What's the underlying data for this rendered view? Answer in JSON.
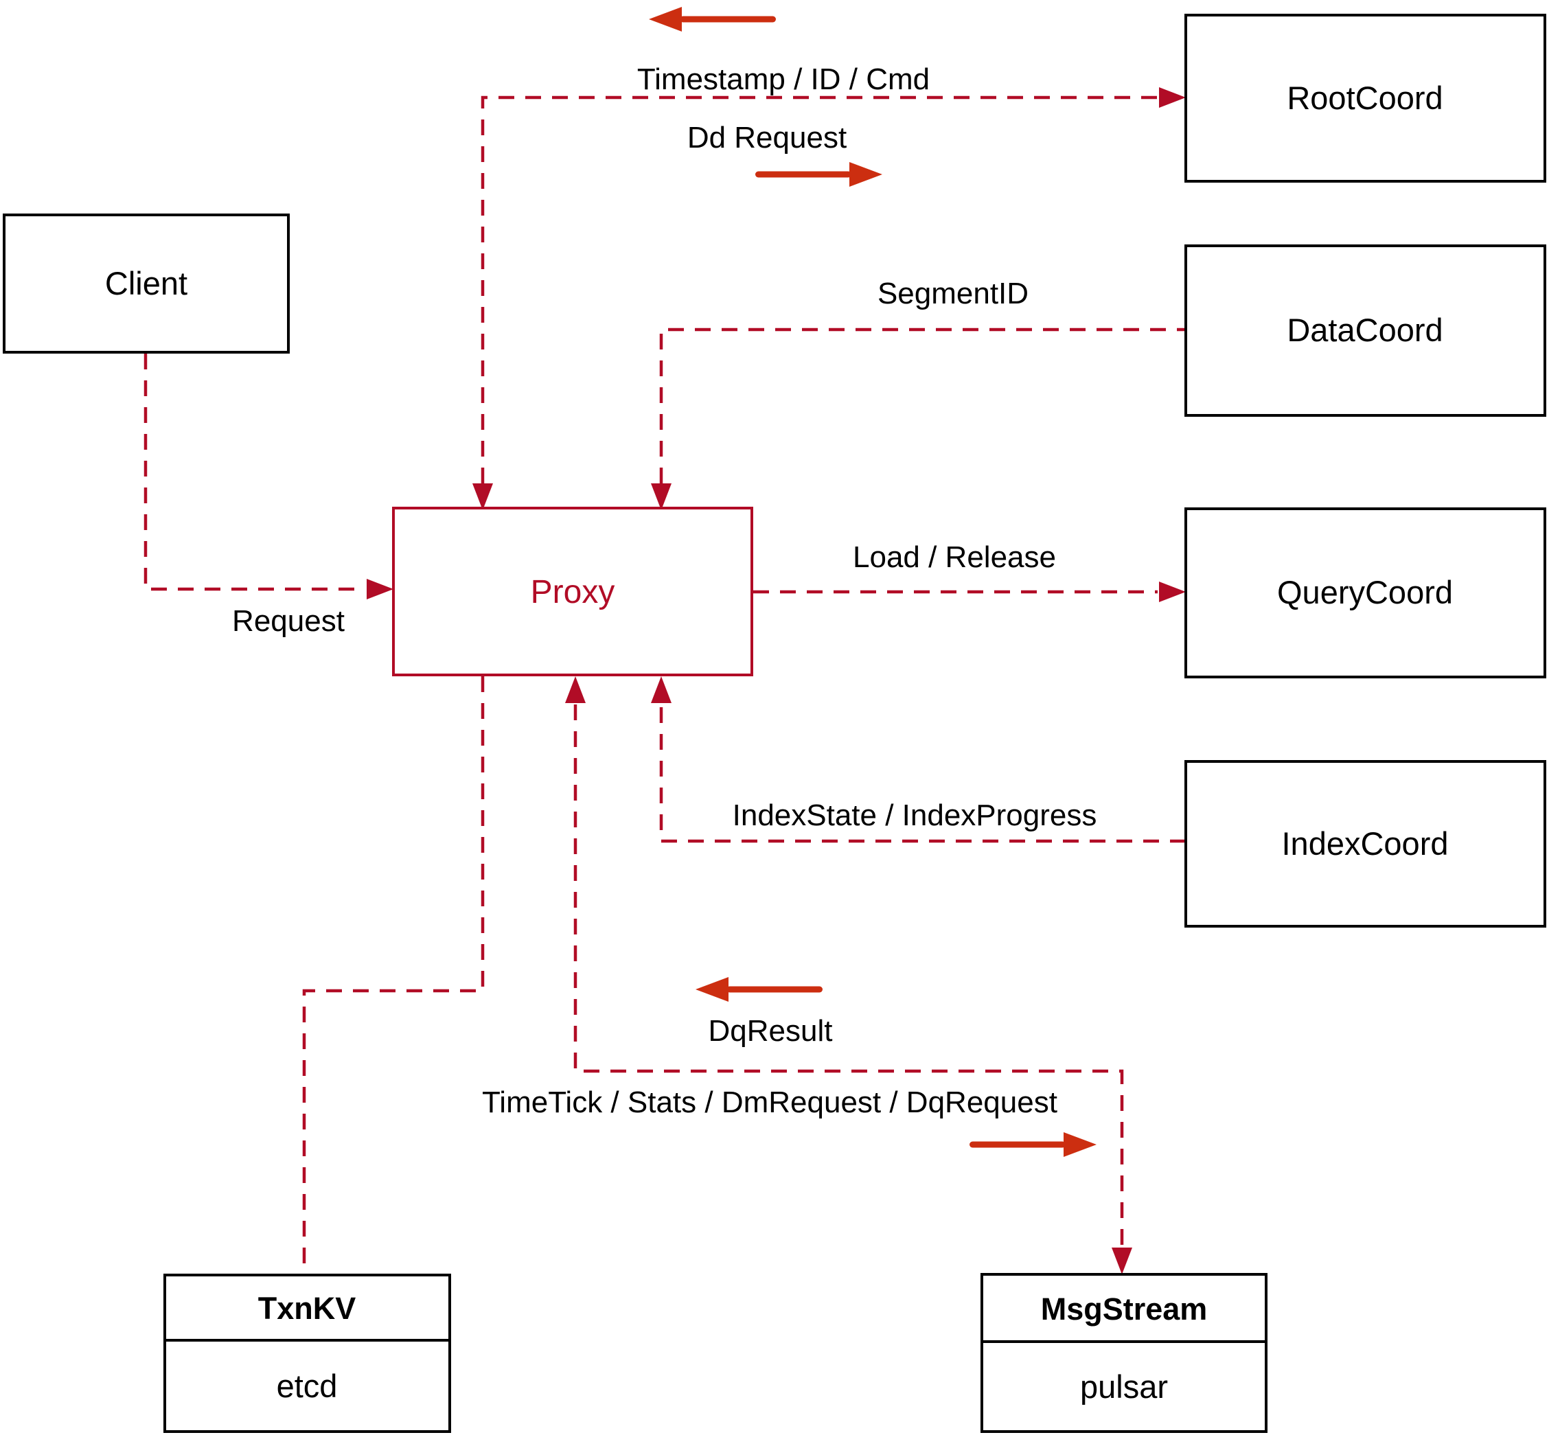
{
  "diagram": {
    "background": "#ffffff",
    "colors": {
      "dashed_line": "#b10c26",
      "solid_arrow": "#cc2e10",
      "node_border": "#000000",
      "node_text": "#000000",
      "proxy_accent": "#b10c26"
    },
    "nodes": {
      "client": {
        "label": "Client"
      },
      "proxy": {
        "label": "Proxy"
      },
      "root_coord": {
        "label": "RootCoord"
      },
      "data_coord": {
        "label": "DataCoord"
      },
      "query_coord": {
        "label": "QueryCoord"
      },
      "index_coord": {
        "label": "IndexCoord"
      },
      "txn_kv": {
        "label": "TxnKV",
        "sublabel": "etcd"
      },
      "msg_stream": {
        "label": "MsgStream",
        "sublabel": "pulsar"
      }
    },
    "edge_labels": {
      "timestamp_id_cmd": "Timestamp / ID / Cmd",
      "dd_request": "Dd Request",
      "segment_id": "SegmentID",
      "load_release": "Load / Release",
      "index_state_progress": "IndexState / IndexProgress",
      "request": "Request",
      "dq_result": "DqResult",
      "timetick_stats": "TimeTick / Stats / DmRequest / DqRequest"
    },
    "icons": {
      "left_block_arrow": "solid left-pointing arrow",
      "right_block_arrow": "solid right-pointing arrow",
      "arrowhead": "filled triangle arrowhead"
    }
  }
}
